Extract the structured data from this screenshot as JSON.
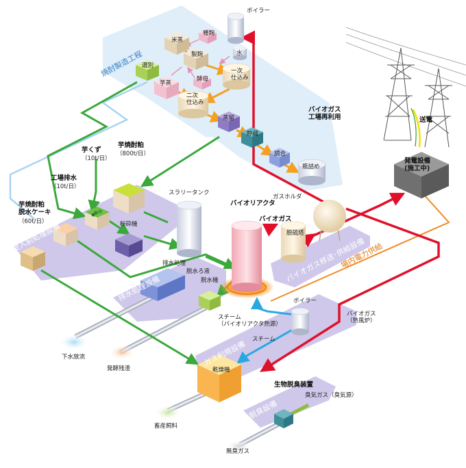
{
  "sections": {
    "shochu_process": "焼酎製造工程",
    "receiving": "受入前処理設備",
    "wastewater": "排水処理設備",
    "biogas_supply": "バイオガス移送･供給設備",
    "gas_use": "ガス利用設備",
    "deodor": "脱臭設備",
    "electric_supply": "場内電力供給"
  },
  "process": {
    "rice_steam": "米蒸",
    "koji_seed": "種麹",
    "boiler_top": "ボイラー",
    "koji_make": "製麹",
    "water": "水",
    "sorting": "選別",
    "yeast": "酵母",
    "primary_mash": "一次\n仕込み",
    "potato_steam": "芋蒸",
    "secondary_mash": "二次\n仕込み",
    "distill": "蒸留",
    "storage": "貯蔵",
    "blend": "調合",
    "bottling": "瓶詰め"
  },
  "inputs": {
    "potato_scrap": {
      "name": "芋くず",
      "amount": "（10t/日）"
    },
    "factory_wastewater": {
      "name": "工場排水",
      "amount": "（10t/日）"
    },
    "dewatered_cake": {
      "name": "芋焼酎粕\n脱水ケーキ",
      "amount": "（60t/日）"
    },
    "shochu_lees": {
      "name": "芋焼酎粕",
      "amount": "（800t/日）"
    }
  },
  "equipment": {
    "crusher": "粉砕機",
    "slurry_tank": "スラリータンク",
    "bioreactor": "バイオリアクタ",
    "biogas": "バイオガス",
    "desulfurizer": "脱硫塔",
    "gas_holder": "ガスホルダ",
    "wastewater_treatment": "排水処理",
    "dewatering_filtrate": "脱水ろ液",
    "dewatering_machine": "脱水機",
    "boiler_bottom": "ボイラー",
    "dryer": "乾燥機",
    "bio_deodor": "生物脱臭装置",
    "power_plant": "発電設備\n(施工中)"
  },
  "flows": {
    "biogas_reuse": "バイオガス\n工場再利用",
    "power_transmission": "送電",
    "steam_reactor": "スチーム\n（バイオリアクタ熱源）",
    "biogas_hot_air": "バイオガス\n（熱風炉）",
    "steam": "スチーム",
    "odor_gas": "臭気ガス（臭気源）"
  },
  "outputs": {
    "sewage": "下水放流",
    "ferment_residue": "発酵残渣",
    "feed": "畜産飼料",
    "odorless_gas": "無臭ガス"
  },
  "colors": {
    "green_flow": "#3aa83a",
    "red_flow": "#e0102a",
    "orange_flow": "#f5a020",
    "blue_flow": "#29a8e0",
    "light_blue_flow": "#a8d4f0",
    "section_purple": "#cfc8ea",
    "section_blue": "#dcecf8",
    "electric_orange": "#f08a24"
  }
}
